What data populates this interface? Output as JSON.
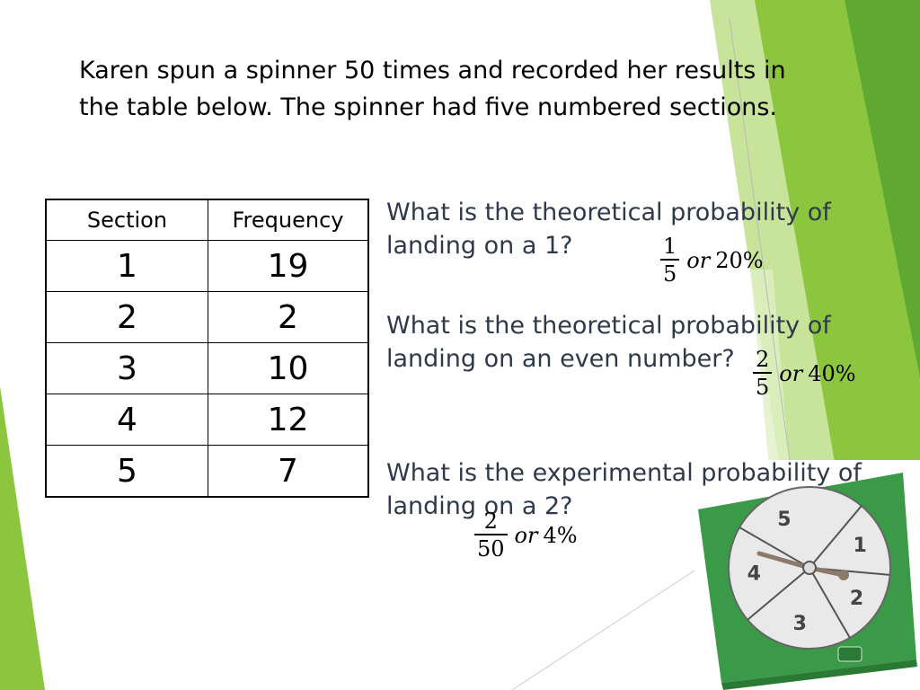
{
  "intro_text": "Karen spun a spinner 50 times and recorded her results in the table below.  The spinner had five numbered sections.",
  "table": {
    "headers": [
      "Section",
      "Frequency"
    ],
    "rows": [
      {
        "section": "1",
        "frequency": "19"
      },
      {
        "section": "2",
        "frequency": "2"
      },
      {
        "section": "3",
        "frequency": "10"
      },
      {
        "section": "4",
        "frequency": "12"
      },
      {
        "section": "5",
        "frequency": "7"
      }
    ]
  },
  "questions": [
    {
      "text": "What is the theoretical probability of landing on a 1?",
      "answer": {
        "numerator": "1",
        "denominator": "5",
        "or": "or",
        "percent": "20%"
      }
    },
    {
      "text": "What is the theoretical probability of landing on an even number?",
      "answer": {
        "numerator": "2",
        "denominator": "5",
        "or": "or",
        "percent": "40%"
      }
    },
    {
      "text": "What is the experimental probability of landing on a 2?",
      "answer": {
        "numerator": "2",
        "denominator": "50",
        "or": "or",
        "percent": "4%"
      }
    }
  ],
  "spinner": {
    "sections": [
      "1",
      "2",
      "3",
      "4",
      "5"
    ],
    "board_color": "#3a9a47",
    "face_color": "#e9e9e9"
  },
  "theme": {
    "accent_light": "#a8d46a",
    "accent_dark": "#6db33f"
  }
}
